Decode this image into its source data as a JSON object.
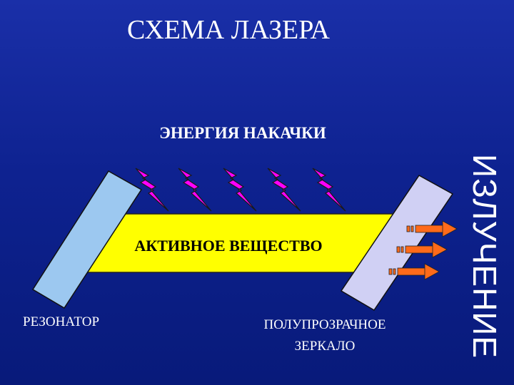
{
  "title": "СХЕМА ЛАЗЕРА",
  "labels": {
    "pump_energy": "ЭНЕРГИЯ НАКАЧКИ",
    "active_medium": "АКТИВНОЕ ВЕЩЕСТВО",
    "resonator": "РЕЗОНАТОР",
    "mirror_line1": "ПОЛУПРОЗРАЧНОЕ",
    "mirror_line2": "ЗЕРКАЛО",
    "radiation": "ИЗЛУЧЕНИЕ"
  },
  "colors": {
    "background": "#0e2290",
    "active_medium": "#ffff00",
    "resonator_mirror": "#9cc8f0",
    "semi_mirror": "#d0d0f4",
    "pump_bolt": "#ff00ff",
    "beam_arrow": "#ff6a1a"
  }
}
